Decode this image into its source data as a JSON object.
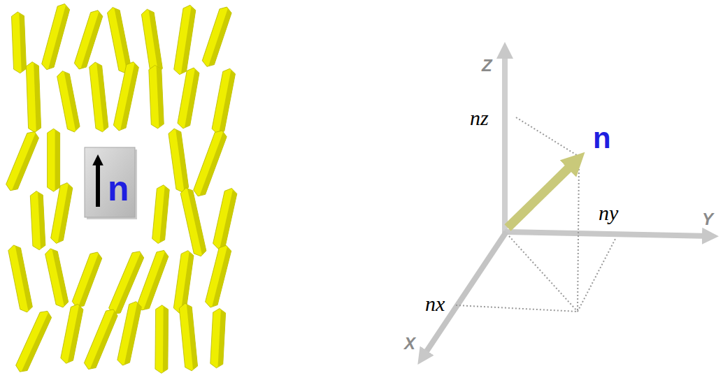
{
  "diagram": {
    "nodes": [
      {
        "text": [
          "n"
        ]
      }
    ],
    "labels": [
      "Z",
      "nz",
      "n",
      "ny",
      "Y",
      "nx",
      "X"
    ]
  }
}
